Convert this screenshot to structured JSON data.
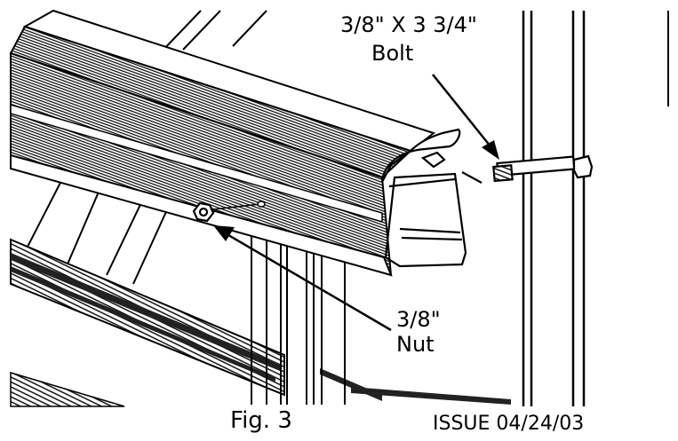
{
  "labels": {
    "bolt_size": "3/8\" X 3 3/4\"",
    "bolt_name": "Bolt",
    "nut_size": "3/8\"",
    "nut_name": "Nut",
    "figure": "Fig. 3",
    "issue": "ISSUE 04/24/03"
  },
  "colors": {
    "ink": "#000000",
    "paper": "#ffffff",
    "rail_dark": "#222222"
  }
}
